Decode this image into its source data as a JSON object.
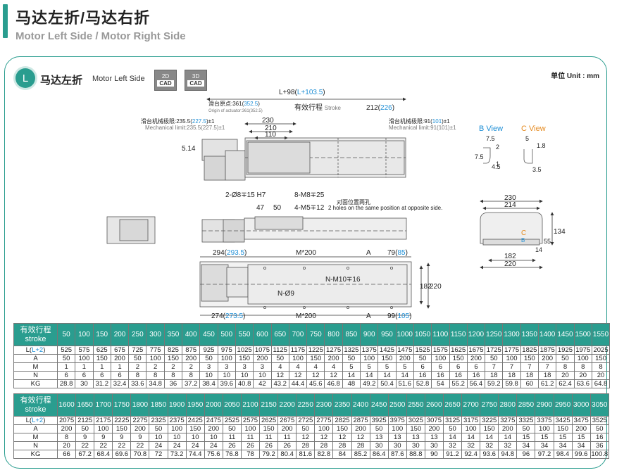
{
  "title": {
    "cn": "马达左折/马达右折",
    "en": "Motor Left Side / Motor Right Side"
  },
  "section": {
    "badge": "L",
    "cn": "马达左折",
    "en": "Motor Left Side"
  },
  "cad_buttons": [
    {
      "top": "2D",
      "bottom": "CAD"
    },
    {
      "top": "3D",
      "bottom": "CAD"
    }
  ],
  "unit": "单位 Unit : mm",
  "drawing": {
    "overall_length": "L+98(",
    "overall_length_alt": "L+103.5",
    "overall_length_close": ")",
    "origin_cn": "滑台原点:361(",
    "origin_cn_alt": "352.5",
    "origin_cn_close": ")",
    "origin_en": "Origin of actuator:361(352.5)",
    "stroke_cn": "有效行程",
    "stroke_en": "Stroke",
    "right_len": "212(",
    "right_len_alt": "226",
    "right_len_close": ")",
    "mech_left_cn": "滑台机械极限:235.5(",
    "mech_left_alt": "227.5",
    "mech_left_close": ")±1",
    "mech_left_en": "Mechanical limit:235.5(227.5)±1",
    "mech_right_cn": "滑台机械极限:91(",
    "mech_right_alt": "101",
    "mech_right_close": ")±1",
    "mech_right_en": "Mechanical limit:91(101)±1",
    "dim_230": "230",
    "dim_210": "210",
    "dim_110": "110",
    "dim_514": "5.14",
    "holes_1": "2-Ø8∓15 H7",
    "holes_2": "8-M8∓25",
    "opposite_cn": "对面位置两孔",
    "dim_47": "47",
    "dim_50": "50",
    "holes_3": "4-M5∓12",
    "opposite_en": "2 holes on the same position at opposite side.",
    "dim_294": "294(",
    "dim_294_alt": "293.5",
    "dim_294_close": ")",
    "m200_a": "M*200",
    "a_1": "A",
    "dim_79": "79(",
    "dim_79_alt": "85",
    "dim_79_close": ")",
    "nm10": "N-M10∓16",
    "n9": "N-Ø9",
    "dim_182": "182",
    "dim_220": "220",
    "dim_274": "274(",
    "dim_274_alt": "273.5",
    "dim_274_close": ")",
    "m200_b": "M*200",
    "a_2": "A",
    "dim_99": "99(",
    "dim_99_alt": "105",
    "dim_99_close": ")",
    "b_view": "B View",
    "c_view": "C View",
    "b_75": "7.5",
    "b_2": "2",
    "b_75v": "7.5",
    "b_45": "4.5",
    "b_1": "1",
    "c_5": "5",
    "c_18": "1.8",
    "c_35": "3.5",
    "end_230": "230",
    "end_214": "214",
    "end_182": "182",
    "end_220": "220",
    "end_134": "134",
    "end_55": "55",
    "end_14": "14",
    "end_c": "C",
    "end_b": "B"
  },
  "accent_color": "#2a9d8f",
  "alt_color": "#1f8fd6",
  "c_view_color": "#e58a1f",
  "table1": {
    "header_cn": "有效行程",
    "header_en": "stroke",
    "strokes": [
      "50",
      "100",
      "150",
      "200",
      "250",
      "300",
      "350",
      "400",
      "450",
      "500",
      "550",
      "600",
      "650",
      "700",
      "750",
      "800",
      "850",
      "900",
      "950",
      "1000",
      "1050",
      "1100",
      "1150",
      "1200",
      "1250",
      "1300",
      "1350",
      "1400",
      "1450",
      "1500",
      "1550"
    ],
    "rows": [
      {
        "label": "L(",
        "label_alt": "L+2",
        "label_close": ")",
        "values": [
          "525",
          "575",
          "625",
          "675",
          "725",
          "775",
          "825",
          "875",
          "925",
          "975",
          "1025",
          "1075",
          "1125",
          "1175",
          "1225",
          "1275",
          "1325",
          "1375",
          "1425",
          "1475",
          "1525",
          "1575",
          "1625",
          "1675",
          "1725",
          "1775",
          "1825",
          "1875",
          "1925",
          "1975",
          "2025"
        ]
      },
      {
        "label": "A",
        "values": [
          "50",
          "100",
          "150",
          "200",
          "50",
          "100",
          "150",
          "200",
          "50",
          "100",
          "150",
          "200",
          "50",
          "100",
          "150",
          "200",
          "50",
          "100",
          "150",
          "200",
          "50",
          "100",
          "150",
          "200",
          "50",
          "100",
          "150",
          "200",
          "50",
          "100",
          "150"
        ]
      },
      {
        "label": "M",
        "values": [
          "1",
          "1",
          "1",
          "1",
          "2",
          "2",
          "2",
          "2",
          "3",
          "3",
          "3",
          "3",
          "4",
          "4",
          "4",
          "4",
          "5",
          "5",
          "5",
          "5",
          "6",
          "6",
          "6",
          "6",
          "7",
          "7",
          "7",
          "7",
          "8",
          "8",
          "8"
        ]
      },
      {
        "label": "N",
        "values": [
          "6",
          "6",
          "6",
          "6",
          "8",
          "8",
          "8",
          "8",
          "10",
          "10",
          "10",
          "10",
          "12",
          "12",
          "12",
          "12",
          "14",
          "14",
          "14",
          "14",
          "16",
          "16",
          "16",
          "16",
          "18",
          "18",
          "18",
          "18",
          "20",
          "20",
          "20"
        ]
      },
      {
        "label": "KG",
        "values": [
          "28.8",
          "30",
          "31.2",
          "32.4",
          "33.6",
          "34.8",
          "36",
          "37.2",
          "38.4",
          "39.6",
          "40.8",
          "42",
          "43.2",
          "44.4",
          "45.6",
          "46.8",
          "48",
          "49.2",
          "50.4",
          "51.6",
          "52.8",
          "54",
          "55.2",
          "56.4",
          "59.2",
          "59.8",
          "60",
          "61.2",
          "62.4",
          "63.6",
          "64.8"
        ]
      }
    ]
  },
  "table2": {
    "header_cn": "有效行程",
    "header_en": "stroke",
    "strokes": [
      "1600",
      "1650",
      "1700",
      "1750",
      "1800",
      "1850",
      "1900",
      "1950",
      "2000",
      "2050",
      "2100",
      "2150",
      "2200",
      "2250",
      "2300",
      "2350",
      "2400",
      "2450",
      "2500",
      "2550",
      "2600",
      "2650",
      "2700",
      "2750",
      "2800",
      "2850",
      "2900",
      "2950",
      "3000",
      "3050"
    ],
    "rows": [
      {
        "label": "L(",
        "label_alt": "L+2",
        "label_close": ")",
        "values": [
          "2075",
          "2125",
          "2175",
          "2225",
          "2275",
          "2325",
          "2375",
          "2425",
          "2475",
          "2525",
          "2575",
          "2625",
          "2675",
          "2725",
          "2775",
          "2825",
          "2875",
          "3925",
          "3975",
          "3025",
          "3075",
          "3125",
          "3175",
          "3225",
          "3275",
          "3325",
          "3375",
          "3425",
          "3475",
          "3525"
        ]
      },
      {
        "label": "A",
        "values": [
          "200",
          "50",
          "100",
          "150",
          "200",
          "50",
          "100",
          "150",
          "200",
          "50",
          "100",
          "150",
          "200",
          "50",
          "100",
          "150",
          "200",
          "50",
          "100",
          "150",
          "200",
          "50",
          "100",
          "150",
          "200",
          "50",
          "100",
          "150",
          "200",
          "50"
        ]
      },
      {
        "label": "M",
        "values": [
          "8",
          "9",
          "9",
          "9",
          "9",
          "10",
          "10",
          "10",
          "10",
          "11",
          "11",
          "11",
          "11",
          "12",
          "12",
          "12",
          "12",
          "13",
          "13",
          "13",
          "13",
          "14",
          "14",
          "14",
          "14",
          "15",
          "15",
          "15",
          "15",
          "16"
        ]
      },
      {
        "label": "N",
        "values": [
          "20",
          "22",
          "22",
          "22",
          "22",
          "24",
          "24",
          "24",
          "24",
          "26",
          "26",
          "26",
          "26",
          "28",
          "28",
          "28",
          "28",
          "30",
          "30",
          "30",
          "30",
          "32",
          "32",
          "32",
          "32",
          "34",
          "34",
          "34",
          "34",
          "36"
        ]
      },
      {
        "label": "KG",
        "values": [
          "66",
          "67.2",
          "68.4",
          "69.6",
          "70.8",
          "72",
          "73.2",
          "74.4",
          "75.6",
          "76.8",
          "78",
          "79.2",
          "80.4",
          "81.6",
          "82.8",
          "84",
          "85.2",
          "86.4",
          "87.6",
          "88.8",
          "90",
          "91.2",
          "92.4",
          "93.6",
          "94.8",
          "96",
          "97.2",
          "98.4",
          "99.6",
          "100.8"
        ]
      }
    ]
  }
}
